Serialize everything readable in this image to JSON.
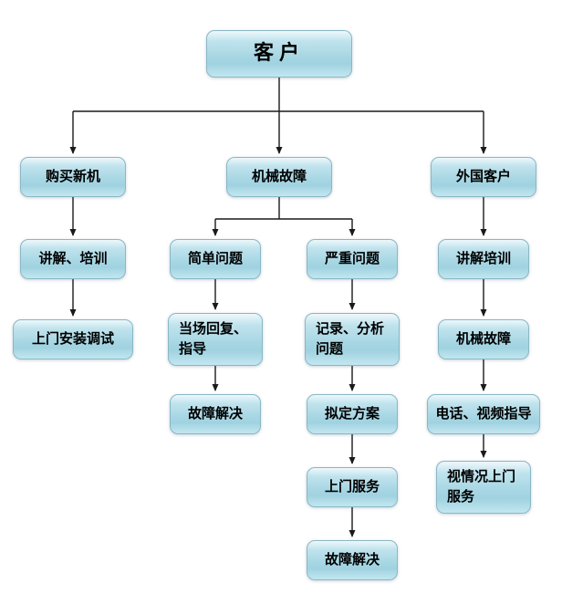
{
  "diagram": {
    "type": "flowchart",
    "accent_color": "#a8d7e4",
    "line_color": "#1a1a1a",
    "nodes": {
      "customer": {
        "label": "客户"
      },
      "buy_new_machine": {
        "label": "购买新机"
      },
      "explain_training_left": {
        "label": "讲解、培训"
      },
      "onsite_install_debug": {
        "label": "上门安装调试"
      },
      "mechanical_fault": {
        "label": "机械故障"
      },
      "simple_issue": {
        "label": "简单问题"
      },
      "serious_issue": {
        "label": "严重问题"
      },
      "onspot_reply_guidance": {
        "label": "当场回复、指导"
      },
      "fault_solved_simple": {
        "label": "故障解决"
      },
      "record_analyze_issue": {
        "label": "记录、分析问题"
      },
      "draft_plan": {
        "label": "拟定方案"
      },
      "onsite_service": {
        "label": "上门服务"
      },
      "fault_solved_serious": {
        "label": "故障解决"
      },
      "foreign_customer": {
        "label": "外国客户"
      },
      "explain_training_right": {
        "label": "讲解培训"
      },
      "mechanical_fault_right": {
        "label": "机械故障"
      },
      "phone_video_guidance": {
        "label": "电话、视频指导"
      },
      "onsite_service_as_needed": {
        "label": "视情况上门服务"
      }
    }
  }
}
